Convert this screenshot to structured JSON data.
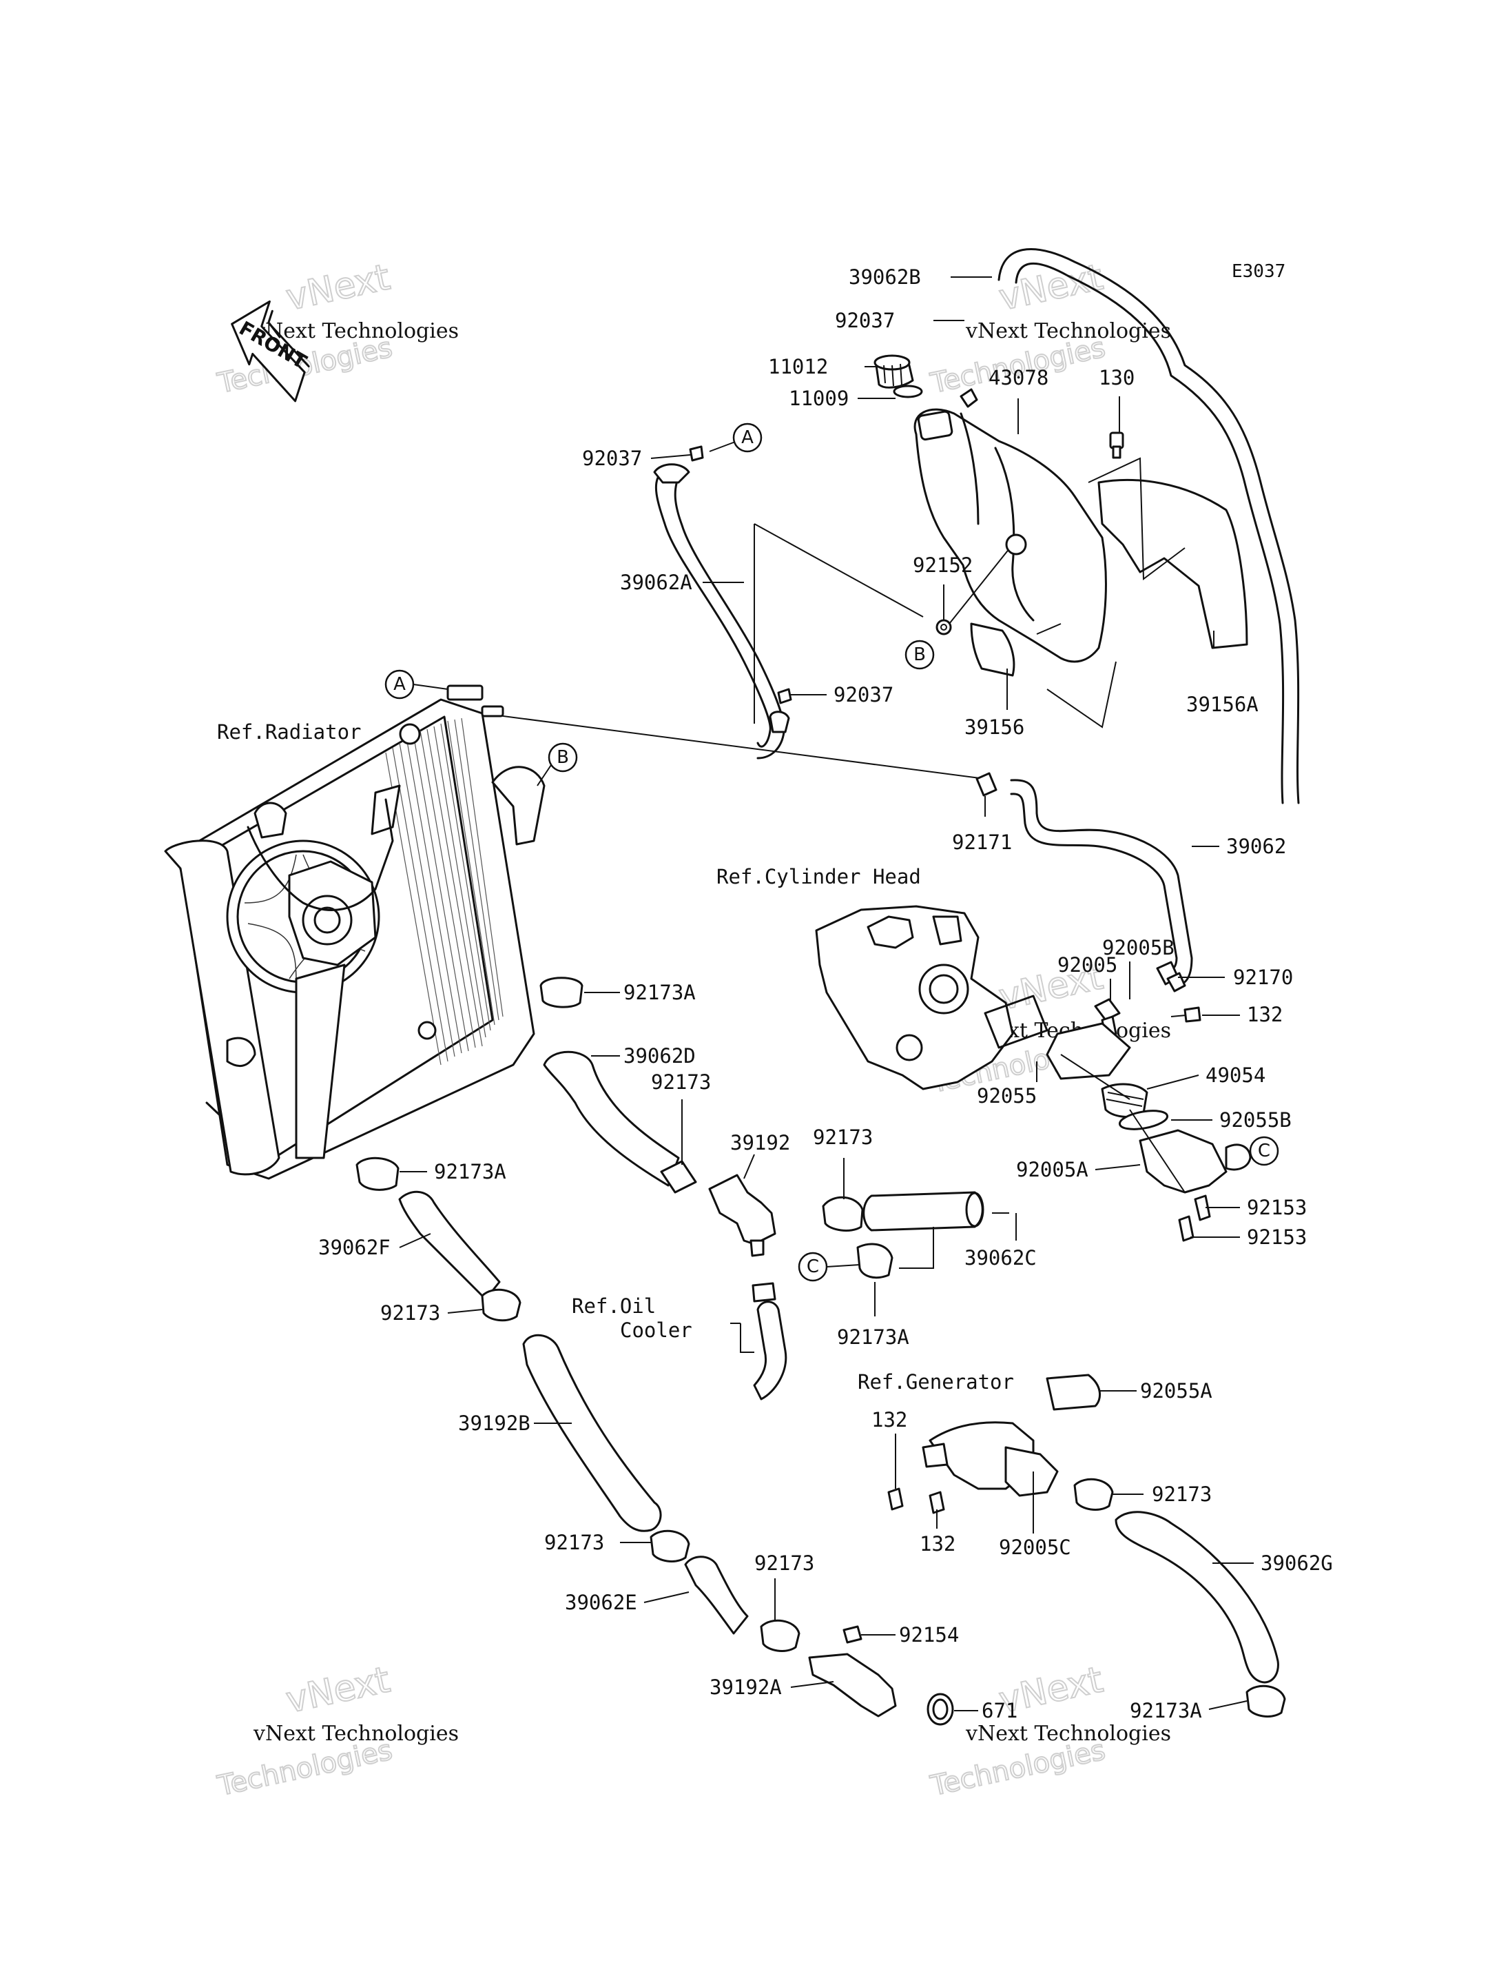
{
  "diagram_code": "E3037",
  "front_badge": "FRONT",
  "watermark": {
    "line1": "vNext Technologies",
    "big": "vNext",
    "line2": "Technologies"
  },
  "refs": {
    "radiator": "Ref.Radiator",
    "cylinder_head": "Ref.Cylinder Head",
    "oil_cooler_1": "Ref.Oil",
    "oil_cooler_2": "Cooler",
    "generator": "Ref.Generator"
  },
  "markers": {
    "a": "A",
    "b": "B",
    "c": "C"
  },
  "parts": {
    "p39062B": "39062B",
    "p92037_top": "92037",
    "p11012": "11012",
    "p11009": "11009",
    "p43078": "43078",
    "p130": "130",
    "p92037_left": "92037",
    "p39062A": "39062A",
    "p92152": "92152",
    "p92037_bottom": "92037",
    "p39156": "39156",
    "p39156A": "39156A",
    "p92171": "92171",
    "p39062": "39062",
    "p92005B": "92005B",
    "p92005": "92005",
    "p92170": "92170",
    "p132_top": "132",
    "p49054": "49054",
    "p92055": "92055",
    "p92055B": "92055B",
    "p92005A": "92005A",
    "p92153_a": "92153",
    "p92153_b": "92153",
    "p92173A_top": "92173A",
    "p39062D": "39062D",
    "p92173_mid": "92173",
    "p39192": "39192",
    "p92173_right": "92173",
    "p39062C": "39062C",
    "p92173A_c": "92173A",
    "p92173A_left": "92173A",
    "p39062F": "39062F",
    "p92173_left": "92173",
    "p39192B": "39192B",
    "p92173_low": "92173",
    "p39062E": "39062E",
    "p92173_bot": "92173",
    "p92154": "92154",
    "p39192A": "39192A",
    "p671": "671",
    "p92055A": "92055A",
    "p132_gen_a": "132",
    "p132_gen_b": "132",
    "p92005C": "92005C",
    "p92173_gen": "92173",
    "p39062G": "39062G",
    "p92173A_bot": "92173A"
  }
}
